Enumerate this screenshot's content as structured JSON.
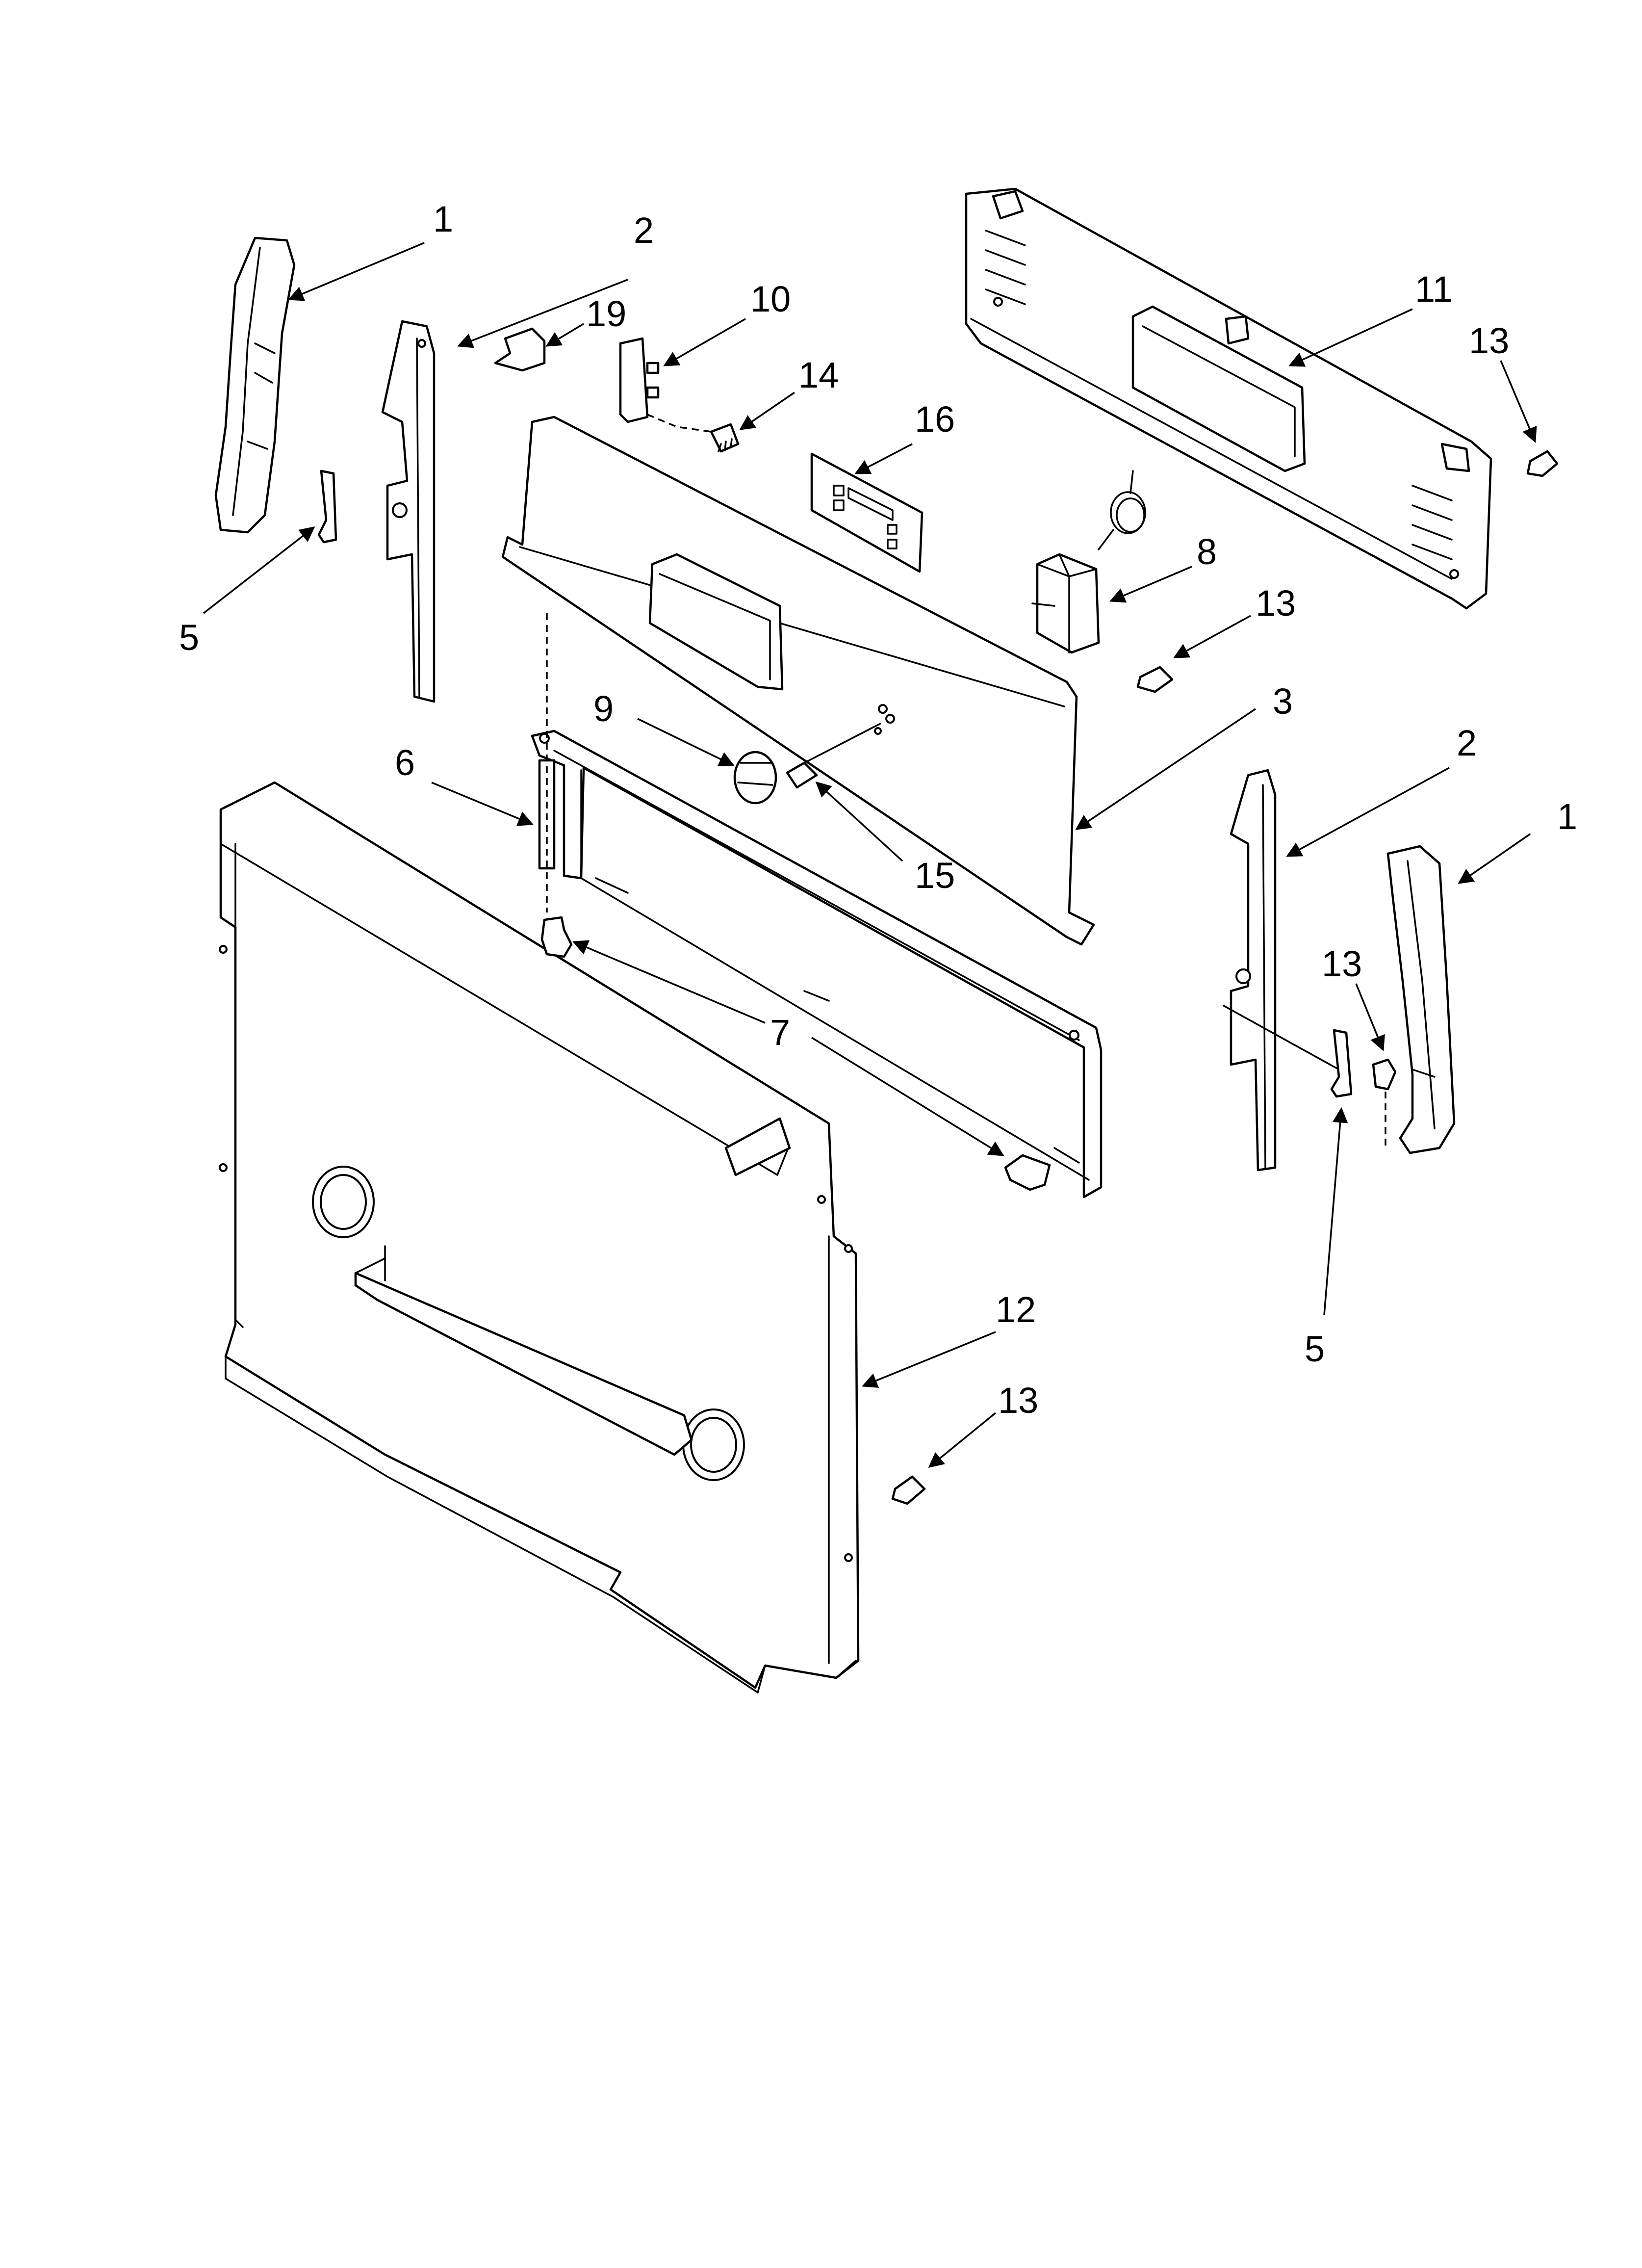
{
  "diagram": {
    "callouts": [
      {
        "id": "c1-left",
        "label": "1"
      },
      {
        "id": "c2-left",
        "label": "2"
      },
      {
        "id": "c19",
        "label": "19"
      },
      {
        "id": "c10",
        "label": "10"
      },
      {
        "id": "c14",
        "label": "14"
      },
      {
        "id": "c16",
        "label": "16"
      },
      {
        "id": "c11",
        "label": "11"
      },
      {
        "id": "c13-top",
        "label": "13"
      },
      {
        "id": "c8",
        "label": "8"
      },
      {
        "id": "c13-mid",
        "label": "13"
      },
      {
        "id": "c5-left",
        "label": "5"
      },
      {
        "id": "c9",
        "label": "9"
      },
      {
        "id": "c3",
        "label": "3"
      },
      {
        "id": "c6",
        "label": "6"
      },
      {
        "id": "c15",
        "label": "15"
      },
      {
        "id": "c2-right",
        "label": "2"
      },
      {
        "id": "c1-right",
        "label": "1"
      },
      {
        "id": "c13-right",
        "label": "13"
      },
      {
        "id": "c7",
        "label": "7"
      },
      {
        "id": "c5-right",
        "label": "5"
      },
      {
        "id": "c12",
        "label": "12"
      },
      {
        "id": "c13-bottom",
        "label": "13"
      }
    ]
  }
}
